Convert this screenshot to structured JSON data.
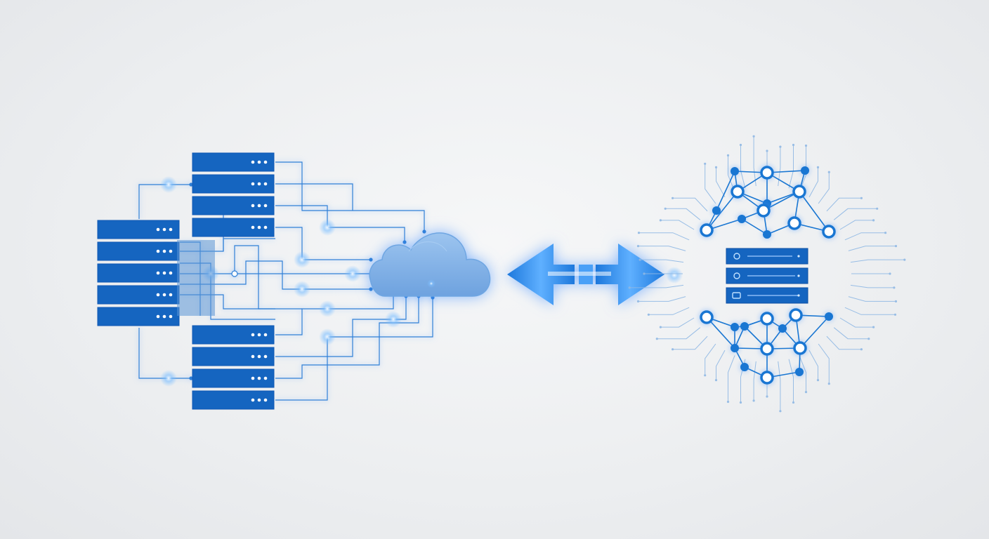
{
  "diagram": {
    "colors": {
      "server": "#1565c0",
      "server_dark": "#0f57b3",
      "line": "#2f7fd6",
      "glow": "#5aa8ff",
      "cloud": "#7fb0e6",
      "arrow": "#1f7ee0",
      "network_node": "#1976d2",
      "circuit_trace": "#8fb8e4",
      "background": "#eceef0"
    },
    "components": {
      "left_server_stack": {
        "count": 5,
        "icon": "server-rack-icon"
      },
      "top_server_stack": {
        "count": 4,
        "icon": "server-rack-icon"
      },
      "bottom_server_stack": {
        "count": 4,
        "icon": "server-rack-icon"
      },
      "cloud": {
        "icon": "cloud-icon"
      },
      "sync_arrow": {
        "icon": "bidirectional-arrow-icon"
      },
      "ai_network": {
        "icon": "neural-network-icon",
        "status_panel_rows": 3
      }
    }
  }
}
